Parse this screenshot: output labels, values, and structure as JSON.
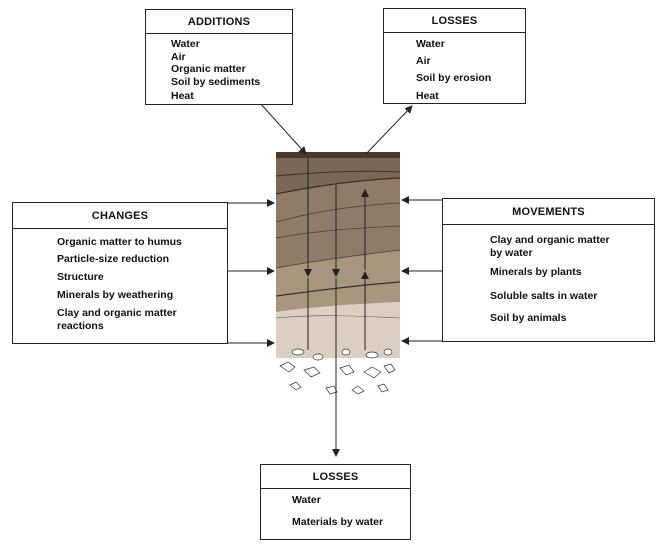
{
  "additions": {
    "title": "ADDITIONS",
    "items": [
      "Water",
      "Air",
      "Organic matter",
      "Soil by sediments",
      "Heat"
    ]
  },
  "losses_top": {
    "title": "LOSSES",
    "items": [
      "Water",
      "Air",
      "Soil by erosion",
      "Heat"
    ]
  },
  "changes": {
    "title": "CHANGES",
    "items": [
      "Organic matter to humus",
      "Particle-size reduction",
      "Structure",
      "Minerals by weathering",
      "Clay and organic matter\nreactions"
    ]
  },
  "movements": {
    "title": "MOVEMENTS",
    "items": [
      "Clay and organic matter\nby water",
      "Minerals by plants",
      "Soluble salts in water",
      "Soil by animals"
    ]
  },
  "losses_bottom": {
    "title": "LOSSES",
    "items": [
      "Water",
      "Materials by water"
    ]
  },
  "colors": {
    "horizon_top": "#6e5c4c",
    "horizon_upper": "#8c7866",
    "horizon_middle": "#a8957f",
    "horizon_lower": "#d7cdc0",
    "line": "#222222"
  }
}
